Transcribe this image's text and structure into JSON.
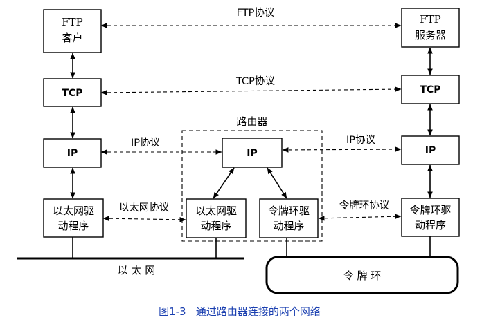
{
  "client": {
    "ftp_line1": "FTP",
    "ftp_line2": "客户",
    "tcp": "TCP",
    "ip": "IP",
    "driver_line1": "以太网驱",
    "driver_line2": "动程序"
  },
  "server": {
    "ftp_line1": "FTP",
    "ftp_line2": "服务器",
    "tcp": "TCP",
    "ip": "IP",
    "driver_line1": "令牌环驱",
    "driver_line2": "动程序"
  },
  "router": {
    "title": "路由器",
    "ip": "IP",
    "eth_driver_line1": "以太网驱",
    "eth_driver_line2": "动程序",
    "tr_driver_line1": "令牌环驱",
    "tr_driver_line2": "动程序"
  },
  "protocols": {
    "ftp": "FTP协议",
    "tcp": "TCP协议",
    "ip_left": "IP协议",
    "ip_right": "IP协议",
    "ethernet": "以太网协议",
    "token_ring": "令牌环协议"
  },
  "networks": {
    "ethernet": "以 太 网",
    "token_ring": "令 牌 环"
  },
  "caption": "图1-3   通过路由器连接的两个网络"
}
